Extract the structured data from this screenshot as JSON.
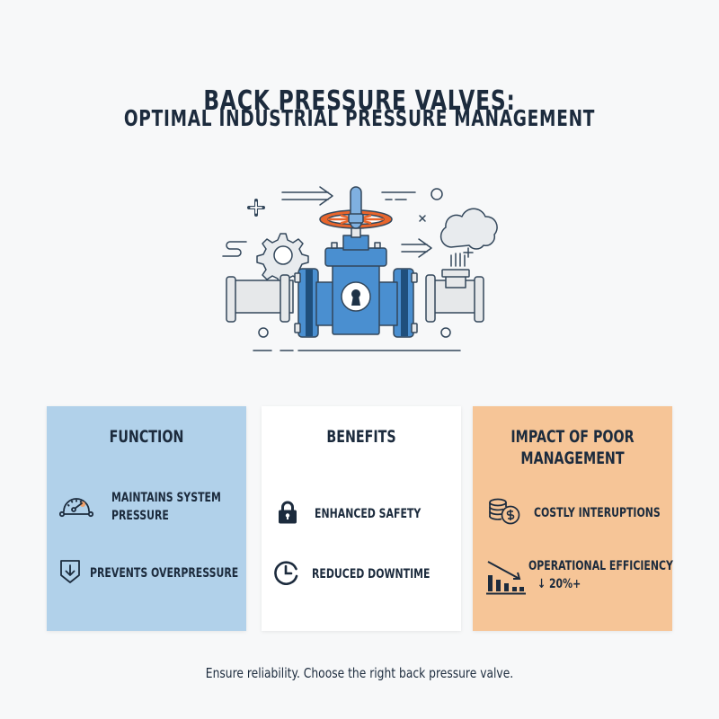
{
  "header": {
    "title_line1": "BACK PRESSURE VALVES:",
    "title_line2": "OPTIMAL INDUSTRIAL PRESSURE MANAGEMENT"
  },
  "hero": {
    "illustration": "gate-valve-with-handwheel-on-pipeline",
    "colors": {
      "valve_blue": "#4a8fd0",
      "valve_dark": "#1f4f7c",
      "handwheel": "#e8652c",
      "pipe": "#e6e8ea",
      "outline": "#33475b"
    }
  },
  "cards": [
    {
      "id": "function",
      "title": "FUNCTION",
      "background": "#b1d1ea",
      "items": [
        {
          "icon": "pressure-gauge-icon",
          "label_line1": "MAINTAINS SYSTEM",
          "label_line2": "PRESSURE"
        },
        {
          "icon": "shield-down-arrow-icon",
          "label_line1": "PREVENTS OVERPRESSURE"
        }
      ]
    },
    {
      "id": "benefits",
      "title": "BENEFITS",
      "background": "#ffffff",
      "items": [
        {
          "icon": "padlock-icon",
          "label_line1": "ENHANCED SAFETY"
        },
        {
          "icon": "clock-icon",
          "label_line1": "REDUCED DOWNTIME"
        }
      ]
    },
    {
      "id": "impact",
      "title_line1": "IMPACT OF POOR",
      "title_line2": "MANAGEMENT",
      "background": "#f6c597",
      "items": [
        {
          "icon": "coins-dollar-icon",
          "label_line1": "COSTLY INTERUPTIONS"
        },
        {
          "icon": "declining-bar-chart-icon",
          "label_line1": "OPERATIONAL EFFICIENCY",
          "label_line2": "↓ 20%+"
        }
      ]
    }
  ],
  "footer": {
    "tagline": "Ensure reliability. Choose the right back pressure valve."
  }
}
